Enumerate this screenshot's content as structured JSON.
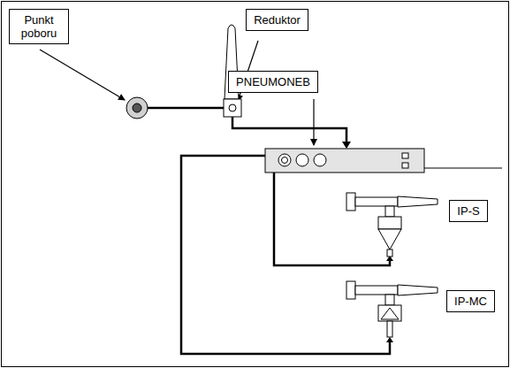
{
  "diagram": {
    "nodes": [
      {
        "text": [
          "Punkt poboru"
        ]
      },
      {
        "text": [
          "Reduktor"
        ]
      },
      {
        "text": [
          "PNEUMONEB"
        ]
      },
      {
        "text": [
          "IP-S"
        ]
      },
      {
        "text": [
          "IP-MC"
        ]
      }
    ]
  }
}
